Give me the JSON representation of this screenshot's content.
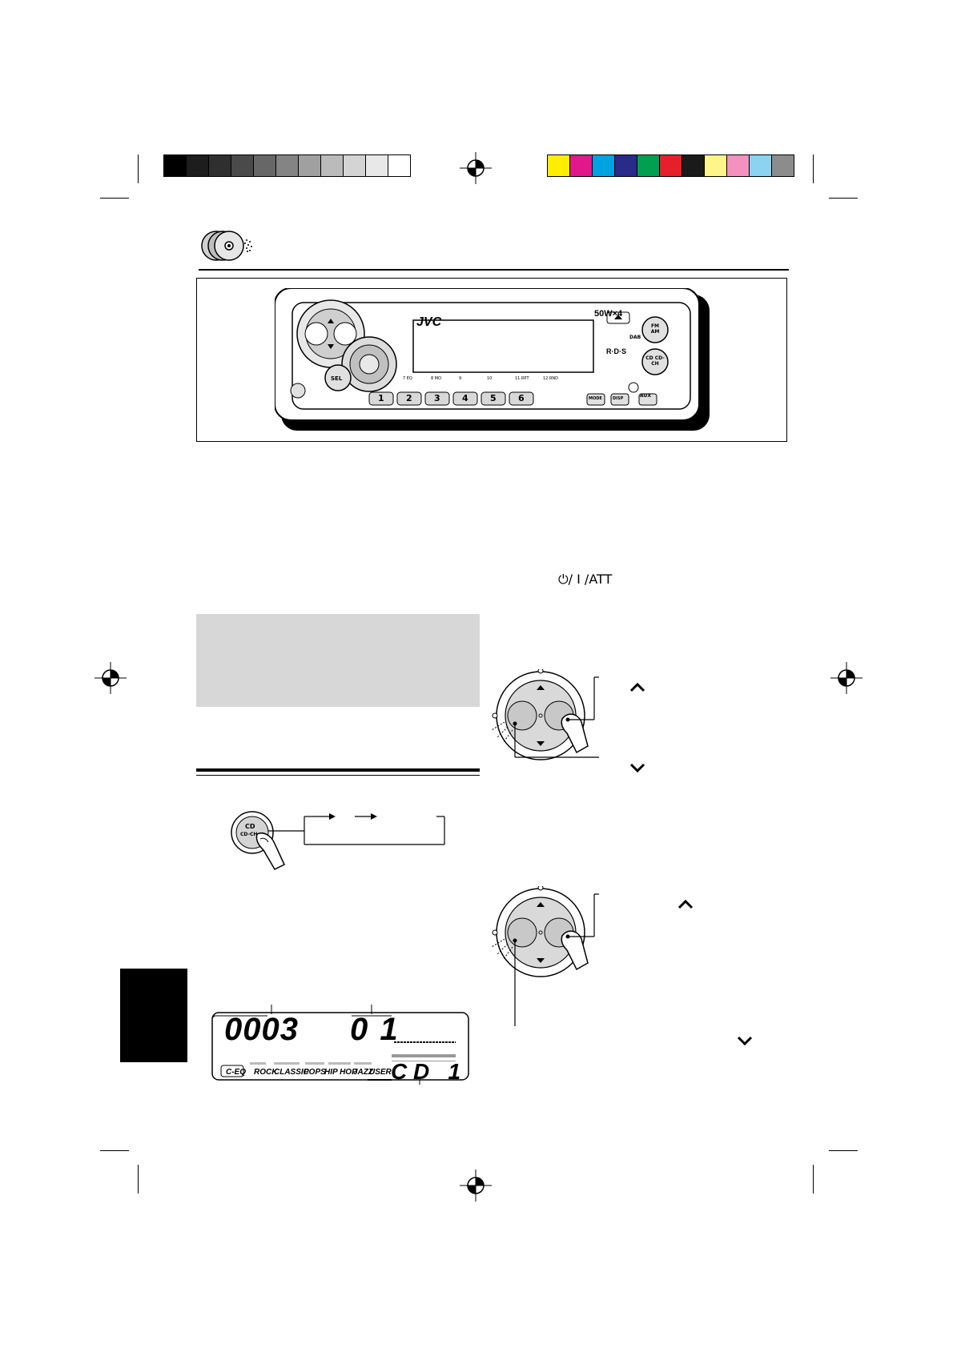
{
  "registration": {
    "grayscale_swatches": [
      "#000000",
      "#1d1d1d",
      "#2f2f2f",
      "#4a4a4a",
      "#676767",
      "#848484",
      "#a0a0a0",
      "#bbbbbb",
      "#d4d4d4",
      "#e8e8e8",
      "#ffffff"
    ],
    "color_swatches": [
      "#ffee00",
      "#e0188a",
      "#00a3e0",
      "#2a2a8a",
      "#00a050",
      "#e5202a",
      "#1a1a1a",
      "#fff48a",
      "#f391c0",
      "#8cd3f2",
      "#8c8c8c"
    ]
  },
  "unit_illustration": {
    "brand": "JVC",
    "power_rating": "50W×4",
    "rds_logo": "R·D·S",
    "buttons": {
      "fm_am": "FM AM",
      "cd_cdch": "CD CD-CH",
      "dab": "DAB",
      "aux": "AUX",
      "sel": "SEL",
      "presets": [
        "1",
        "2",
        "3",
        "4",
        "5",
        "6"
      ],
      "mode": "MODE",
      "disp": "DISP"
    },
    "preset_captions": [
      "7 EQ",
      "8 MO",
      "9",
      "10",
      "11 RPT",
      "12 RND"
    ]
  },
  "power_label": "⏻/ I /ATT",
  "source_button": {
    "label_top": "CD",
    "label_bottom": "CD-CH"
  },
  "display": {
    "track_time": "0003",
    "track_number": "0 1",
    "disc_indicator": "C D   1",
    "eq_modes": [
      "C-EQ",
      "ROCK",
      "CLASSIC",
      "POPS",
      "HIP HOP",
      "JAZZ",
      "USER"
    ]
  },
  "icons": {
    "section_icon": "cd-discs-icon",
    "up_chevron": "chevron-up-icon",
    "down_chevron": "chevron-down-icon"
  }
}
